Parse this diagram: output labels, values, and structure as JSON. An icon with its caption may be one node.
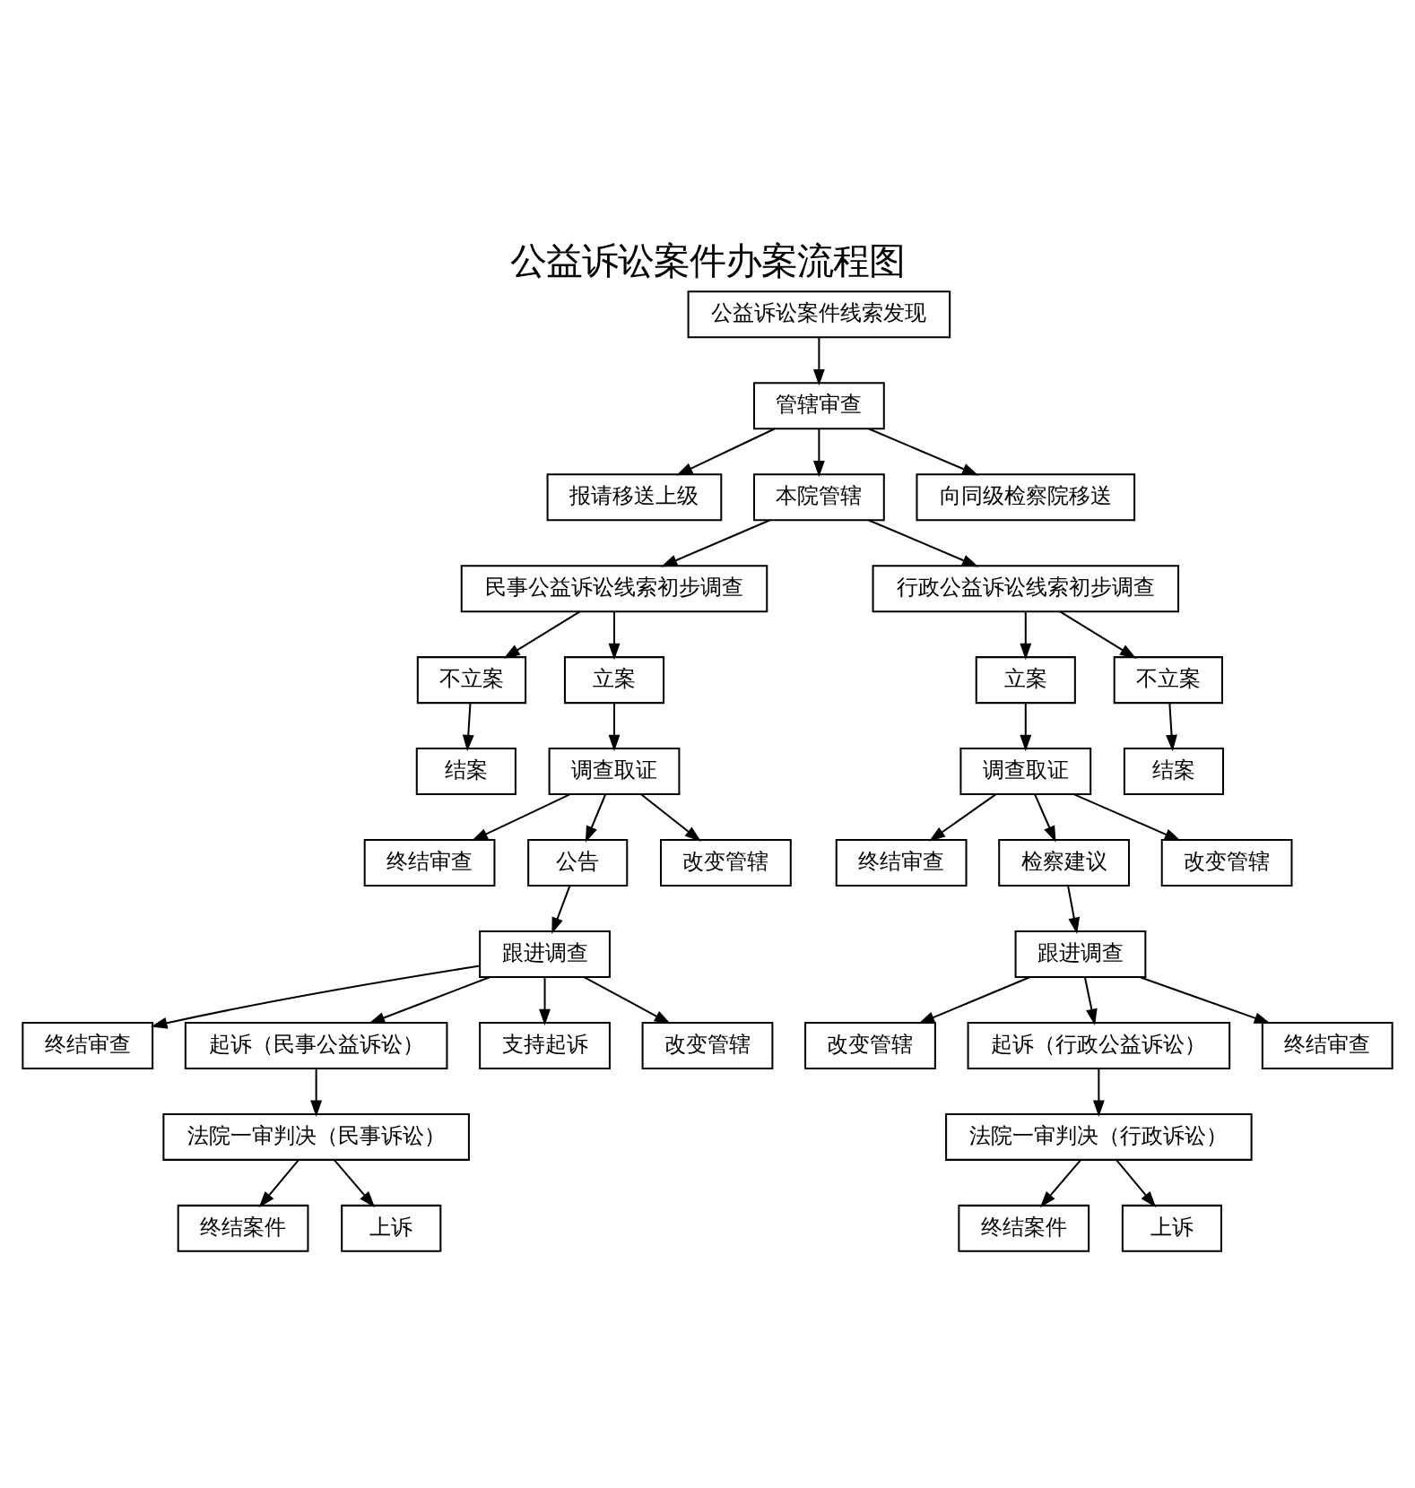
{
  "diagram": {
    "title": "公益诉讼案件办案流程图",
    "nodes": [
      {
        "text": [
          "公益诉讼案件线索发现"
        ]
      },
      {
        "text": [
          "管辖审查"
        ]
      },
      {
        "text": [
          "报请移送上级"
        ]
      },
      {
        "text": [
          "本院管辖"
        ]
      },
      {
        "text": [
          "向同级检察院移送"
        ]
      },
      {
        "text": [
          "民事公益诉讼线索初步调查"
        ]
      },
      {
        "text": [
          "行政公益诉讼线索初步调查"
        ]
      },
      {
        "text": [
          "不立案"
        ]
      },
      {
        "text": [
          "立案"
        ]
      },
      {
        "text": [
          "立案"
        ]
      },
      {
        "text": [
          "不立案"
        ]
      },
      {
        "text": [
          "结案"
        ]
      },
      {
        "text": [
          "调查取证"
        ]
      },
      {
        "text": [
          "调查取证"
        ]
      },
      {
        "text": [
          "结案"
        ]
      },
      {
        "text": [
          "终结审查"
        ]
      },
      {
        "text": [
          "公告"
        ]
      },
      {
        "text": [
          "改变管辖"
        ]
      },
      {
        "text": [
          "终结审查"
        ]
      },
      {
        "text": [
          "检察建议"
        ]
      },
      {
        "text": [
          "改变管辖"
        ]
      },
      {
        "text": [
          "跟进调查"
        ]
      },
      {
        "text": [
          "跟进调查"
        ]
      },
      {
        "text": [
          "终结审查"
        ]
      },
      {
        "text": [
          "起诉（民事公益诉讼）"
        ]
      },
      {
        "text": [
          "支持起诉"
        ]
      },
      {
        "text": [
          "改变管辖"
        ]
      },
      {
        "text": [
          "改变管辖"
        ]
      },
      {
        "text": [
          "起诉（行政公益诉讼）"
        ]
      },
      {
        "text": [
          "终结审查"
        ]
      },
      {
        "text": [
          "法院一审判决（民事诉讼）"
        ]
      },
      {
        "text": [
          "法院一审判决（行政诉讼）"
        ]
      },
      {
        "text": [
          "终结案件"
        ]
      },
      {
        "text": [
          "上诉"
        ]
      },
      {
        "text": [
          "终结案件"
        ]
      },
      {
        "text": [
          "上诉"
        ]
      }
    ],
    "edges": [
      {
        "from": 0,
        "to": 1,
        "arrow": "to"
      },
      {
        "from": 1,
        "to": 2,
        "arrow": "to"
      },
      {
        "from": 1,
        "to": 3,
        "arrow": "to"
      },
      {
        "from": 1,
        "to": 4,
        "arrow": "to"
      },
      {
        "from": 3,
        "to": 5,
        "arrow": "to"
      },
      {
        "from": 3,
        "to": 6,
        "arrow": "to"
      },
      {
        "from": 5,
        "to": 7,
        "arrow": "to"
      },
      {
        "from": 5,
        "to": 8,
        "arrow": "to"
      },
      {
        "from": 6,
        "to": 9,
        "arrow": "to"
      },
      {
        "from": 6,
        "to": 10,
        "arrow": "to"
      },
      {
        "from": 7,
        "to": 11,
        "arrow": "to"
      },
      {
        "from": 8,
        "to": 12,
        "arrow": "to"
      },
      {
        "from": 9,
        "to": 13,
        "arrow": "to"
      },
      {
        "from": 10,
        "to": 14,
        "arrow": "to"
      },
      {
        "from": 12,
        "to": 15,
        "arrow": "to"
      },
      {
        "from": 12,
        "to": 16,
        "arrow": "to"
      },
      {
        "from": 12,
        "to": 17,
        "arrow": "to"
      },
      {
        "from": 13,
        "to": 18,
        "arrow": "to"
      },
      {
        "from": 13,
        "to": 19,
        "arrow": "to"
      },
      {
        "from": 13,
        "to": 20,
        "arrow": "to"
      },
      {
        "from": 16,
        "to": 21,
        "arrow": "to"
      },
      {
        "from": 19,
        "to": 22,
        "arrow": "to"
      },
      {
        "from": 21,
        "to": 23,
        "arrow": "to"
      },
      {
        "from": 21,
        "to": 24,
        "arrow": "to"
      },
      {
        "from": 21,
        "to": 25,
        "arrow": "to"
      },
      {
        "from": 21,
        "to": 26,
        "arrow": "to"
      },
      {
        "from": 22,
        "to": 27,
        "arrow": "to"
      },
      {
        "from": 22,
        "to": 28,
        "arrow": "to"
      },
      {
        "from": 22,
        "to": 29,
        "arrow": "to"
      },
      {
        "from": 24,
        "to": 30,
        "arrow": "to"
      },
      {
        "from": 28,
        "to": 31,
        "arrow": "to"
      },
      {
        "from": 30,
        "to": 32,
        "arrow": "to"
      },
      {
        "from": 30,
        "to": 33,
        "arrow": "to"
      },
      {
        "from": 31,
        "to": 34,
        "arrow": "to"
      },
      {
        "from": 31,
        "to": 35,
        "arrow": "to"
      }
    ]
  }
}
